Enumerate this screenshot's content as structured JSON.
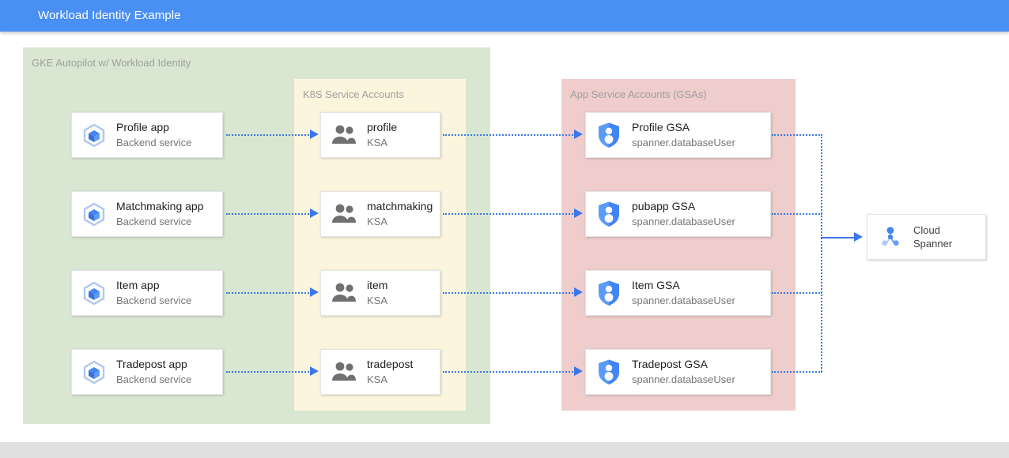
{
  "header": {
    "title": "Workload Identity Example",
    "accent_color": "#4a90f4"
  },
  "diagram": {
    "panels": [
      {
        "id": "gke",
        "label": "GKE Autopilot w/ Workload Identity",
        "color": "#d9e7d2"
      },
      {
        "id": "ksa",
        "label": "K8S Service Accounts",
        "color": "#fcf5dd"
      },
      {
        "id": "gsa",
        "label": "App Service Accounts (GSAs)",
        "color": "#efcdcd"
      }
    ],
    "apps": [
      {
        "title": "Profile app",
        "sub": "Backend service",
        "icon": "gke-container-icon"
      },
      {
        "title": "Matchmaking app",
        "sub": "Backend service",
        "icon": "gke-container-icon"
      },
      {
        "title": "Item app",
        "sub": "Backend service",
        "icon": "gke-container-icon"
      },
      {
        "title": "Tradepost app",
        "sub": "Backend service",
        "icon": "gke-container-icon"
      }
    ],
    "ksas": [
      {
        "title": "profile",
        "sub": "KSA",
        "icon": "people-icon"
      },
      {
        "title": "matchmaking",
        "sub": "KSA",
        "icon": "people-icon"
      },
      {
        "title": "item",
        "sub": "KSA",
        "icon": "people-icon"
      },
      {
        "title": "tradepost",
        "sub": "KSA",
        "icon": "people-icon"
      }
    ],
    "gsas": [
      {
        "title": "Profile GSA",
        "sub": "spanner.databaseUser",
        "icon": "service-account-shield-icon"
      },
      {
        "title": "pubapp GSA",
        "sub": "spanner.databaseUser",
        "icon": "service-account-shield-icon"
      },
      {
        "title": "Item GSA",
        "sub": "spanner.databaseUser",
        "icon": "service-account-shield-icon"
      },
      {
        "title": "Tradepost GSA",
        "sub": "spanner.databaseUser",
        "icon": "service-account-shield-icon"
      }
    ],
    "datastore": {
      "title_line1": "Cloud",
      "title_line2": "Spanner",
      "icon": "cloud-spanner-icon"
    },
    "connector_color": "#3b78e7"
  }
}
